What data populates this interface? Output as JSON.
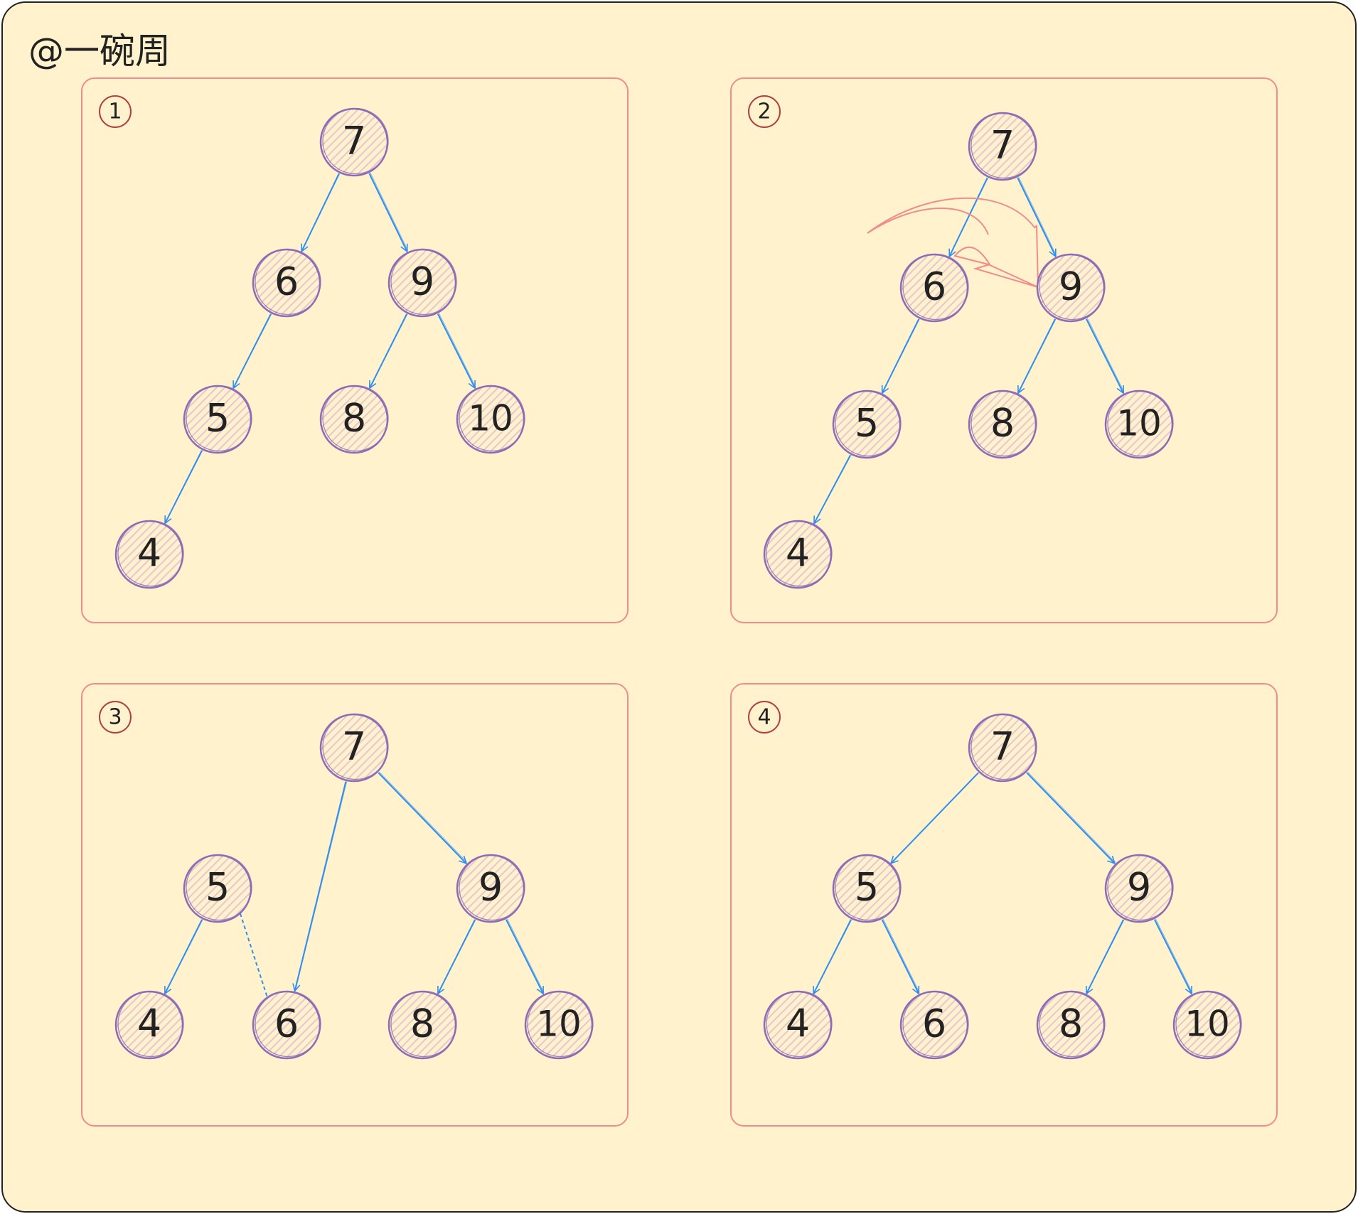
{
  "author": "@一碗周",
  "colors": {
    "background": "#fff2cc",
    "panel_border": "#f08c8c",
    "node_stroke": "#8e6bb5",
    "node_hatch": "#e7c6d0",
    "edge": "#2f8ff0",
    "rotation_arrow": "#f08c8c",
    "text": "#222222"
  },
  "panels": [
    {
      "id": "1",
      "label": "1",
      "nodes": [
        {
          "id": "n7",
          "label": "7"
        },
        {
          "id": "n6",
          "label": "6"
        },
        {
          "id": "n9",
          "label": "9"
        },
        {
          "id": "n5",
          "label": "5"
        },
        {
          "id": "n8",
          "label": "8"
        },
        {
          "id": "n10",
          "label": "10"
        },
        {
          "id": "n4",
          "label": "4"
        }
      ],
      "edges": [
        [
          "n7",
          "n6"
        ],
        [
          "n7",
          "n9"
        ],
        [
          "n6",
          "n5"
        ],
        [
          "n9",
          "n8"
        ],
        [
          "n9",
          "n10"
        ],
        [
          "n5",
          "n4"
        ]
      ]
    },
    {
      "id": "2",
      "label": "2",
      "nodes": [
        {
          "id": "n7",
          "label": "7"
        },
        {
          "id": "n6",
          "label": "6"
        },
        {
          "id": "n9",
          "label": "9"
        },
        {
          "id": "n5",
          "label": "5"
        },
        {
          "id": "n8",
          "label": "8"
        },
        {
          "id": "n10",
          "label": "10"
        },
        {
          "id": "n4",
          "label": "4"
        }
      ],
      "edges": [
        [
          "n7",
          "n6"
        ],
        [
          "n7",
          "n9"
        ],
        [
          "n6",
          "n5"
        ],
        [
          "n9",
          "n8"
        ],
        [
          "n9",
          "n10"
        ],
        [
          "n5",
          "n4"
        ]
      ],
      "rotation_arrow": true
    },
    {
      "id": "3",
      "label": "3",
      "nodes": [
        {
          "id": "n7",
          "label": "7"
        },
        {
          "id": "n5",
          "label": "5"
        },
        {
          "id": "n9",
          "label": "9"
        },
        {
          "id": "n4",
          "label": "4"
        },
        {
          "id": "n6",
          "label": "6"
        },
        {
          "id": "n8",
          "label": "8"
        },
        {
          "id": "n10",
          "label": "10"
        }
      ],
      "edges": [
        [
          "n7",
          "n6"
        ],
        [
          "n7",
          "n9"
        ],
        [
          "n5",
          "n4"
        ],
        [
          "n9",
          "n8"
        ],
        [
          "n9",
          "n10"
        ]
      ],
      "dashed_edges": [
        [
          "n6",
          "n5"
        ]
      ]
    },
    {
      "id": "4",
      "label": "4",
      "nodes": [
        {
          "id": "n7",
          "label": "7"
        },
        {
          "id": "n5",
          "label": "5"
        },
        {
          "id": "n9",
          "label": "9"
        },
        {
          "id": "n4",
          "label": "4"
        },
        {
          "id": "n6",
          "label": "6"
        },
        {
          "id": "n8",
          "label": "8"
        },
        {
          "id": "n10",
          "label": "10"
        }
      ],
      "edges": [
        [
          "n7",
          "n5"
        ],
        [
          "n7",
          "n9"
        ],
        [
          "n5",
          "n4"
        ],
        [
          "n5",
          "n6"
        ],
        [
          "n9",
          "n8"
        ],
        [
          "n9",
          "n10"
        ]
      ]
    }
  ]
}
